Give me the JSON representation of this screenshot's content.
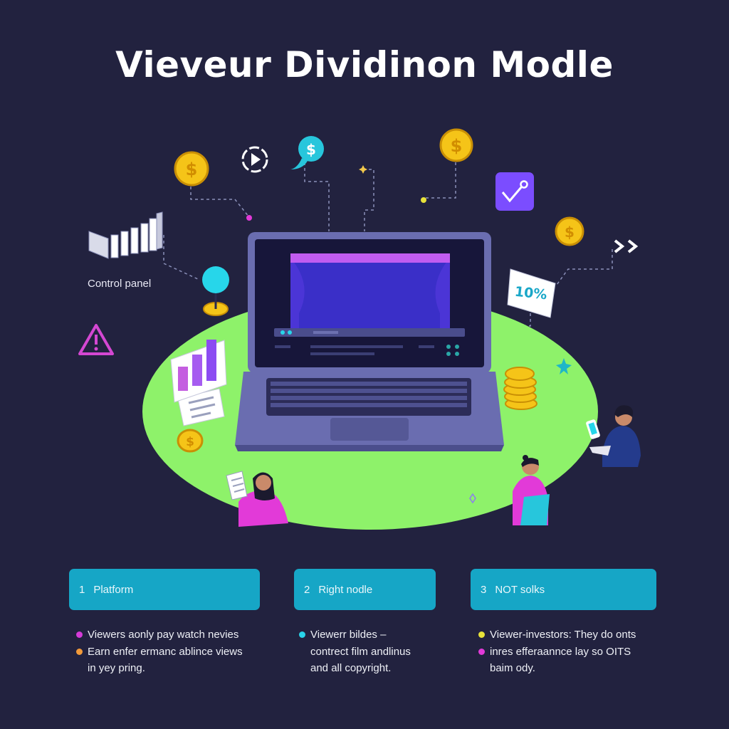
{
  "title": "Vieveur Dividinon Modle",
  "labels": {
    "control_panel": "Control panel",
    "percent_card": "10%"
  },
  "steps": [
    {
      "num": "1",
      "label": "Platform"
    },
    {
      "num": "2",
      "label": "Right nodle"
    },
    {
      "num": "3",
      "label": "NOT solks"
    }
  ],
  "notes": [
    {
      "lines": [
        {
          "text": "Viewers aonly pay watch nevies",
          "dot": "#d43bd8"
        },
        {
          "text": "Earn enfer ermanc ablince views",
          "dot": "#f29a3a"
        },
        {
          "text": "in yey pring.",
          "dot": null
        }
      ]
    },
    {
      "lines": [
        {
          "text": "Viewerr bildes –",
          "dot": "#29d4ea"
        },
        {
          "text": "contrect film andlinus",
          "dot": null
        },
        {
          "text": "and all copyright.",
          "dot": null
        }
      ]
    },
    {
      "lines": [
        {
          "text": "Viewer-investors: They do onts",
          "dot": "#e8e23a"
        },
        {
          "text": "inres efferaannce lay so OITS",
          "dot": "#e23ad8"
        },
        {
          "text": "baim ody.",
          "dot": null
        }
      ]
    }
  ],
  "colors": {
    "background": "#22223f",
    "platform_green": "#8ef26a",
    "step_box": "#16a6c6",
    "coin_gold": "#f5c418",
    "accent_purple": "#7b4dff",
    "accent_cyan": "#27d6ea",
    "accent_magenta": "#e23ad8"
  },
  "icons": [
    "dollar-coin-icon",
    "play-clock-icon",
    "dollar-chat-icon",
    "trend-chart-icon",
    "warning-icon",
    "bar-chart-icon",
    "laptop-icon",
    "coin-stack-icon",
    "double-chevron-icon",
    "star-icon",
    "person-icon"
  ]
}
